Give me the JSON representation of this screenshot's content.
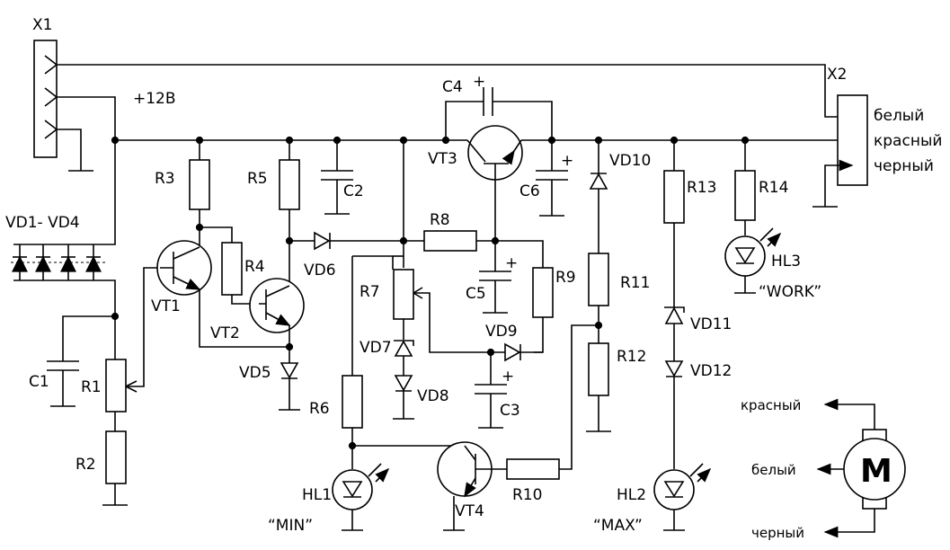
{
  "labels": {
    "X1": "X1",
    "X2": "X2",
    "plus12": "+12В",
    "VD1_VD4": "VD1- VD4",
    "C1": "C1",
    "R1": "R1",
    "R2": "R2",
    "R3": "R3",
    "R4": "R4",
    "R5": "R5",
    "R6": "R6",
    "R7": "R7",
    "R8": "R8",
    "R9": "R9",
    "R10": "R10",
    "R11": "R11",
    "R12": "R12",
    "R13": "R13",
    "R14": "R14",
    "C2": "C2",
    "C3": "C3",
    "C4": "C4",
    "C5": "C5",
    "C6": "C6",
    "VT1": "VT1",
    "VT2": "VT2",
    "VT3": "VT3",
    "VT4": "VT4",
    "VD5": "VD5",
    "VD6": "VD6",
    "VD7": "VD7",
    "VD8": "VD8",
    "VD9": "VD9",
    "VD10": "VD10",
    "VD11": "VD11",
    "VD12": "VD12",
    "HL1": "HL1",
    "HL1_name": "“MIN”",
    "HL2": "HL2",
    "HL2_name": "“MAX”",
    "HL3": "HL3",
    "HL3_name": "“WORK”",
    "X2_white": "белый",
    "X2_red": "красный",
    "X2_black": "черный",
    "motor_red": "красный",
    "motor_white": "белый",
    "motor_black": "черный",
    "motor": "M",
    "plus": "+"
  }
}
